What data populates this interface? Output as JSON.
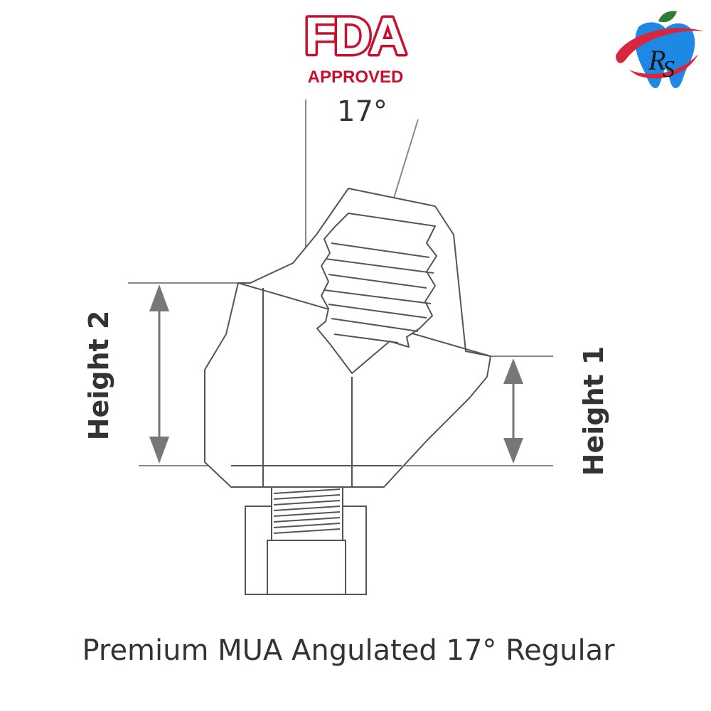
{
  "badge": {
    "logo_text": "FDA",
    "status": "APPROVED",
    "color": "#c8102e"
  },
  "brand_logo": {
    "monogram_r": "R",
    "monogram_s": "S",
    "swoosh_color": "#d7263d",
    "tooth_color": "#1e88e5",
    "leaf_color": "#2e7d32"
  },
  "diagram": {
    "angle_label": "17°",
    "height_left_label": "Height 2",
    "height_right_label": "Height 1",
    "line_color": "#555555",
    "arrow_color": "#777777"
  },
  "product": {
    "title": "Premium MUA Angulated 17° Regular"
  }
}
